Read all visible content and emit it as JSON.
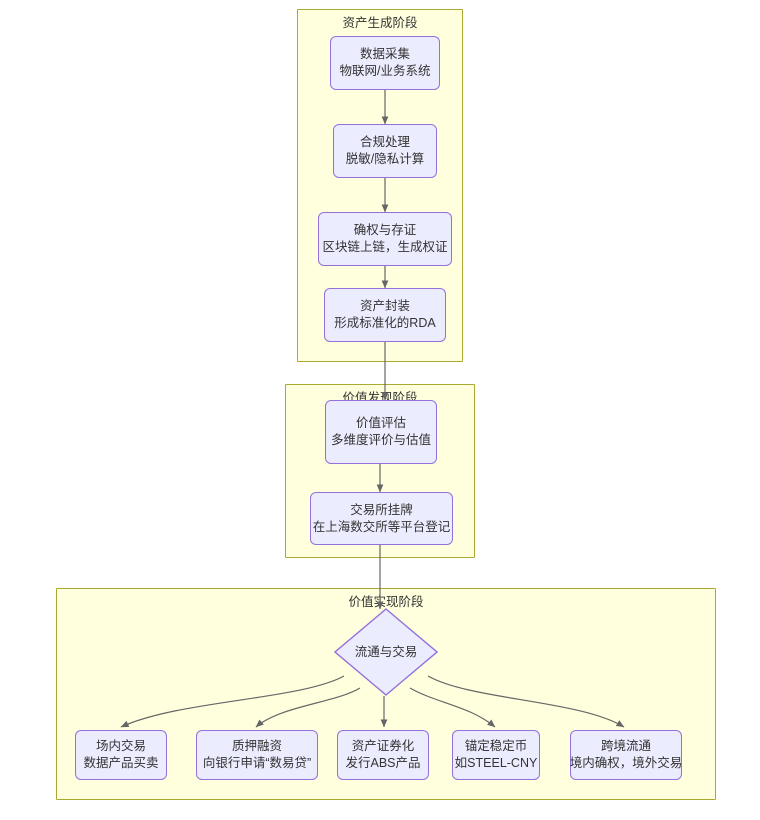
{
  "diagram": {
    "type": "flowchart",
    "direction": "top-to-bottom",
    "title_visible": false,
    "colors": {
      "phase_fill": "#ffffde",
      "phase_border": "#aaaa33",
      "node_fill": "#ececff",
      "node_border": "#9370db",
      "edge_stroke": "#666666",
      "text": "#333333"
    }
  },
  "phases": [
    {
      "id": "phase-asset-generation",
      "title": "资产生成阶段",
      "nodes": [
        {
          "id": "node-data-collection",
          "shape": "rounded-rect",
          "line1": "数据采集",
          "line2": "物联网/业务系统"
        },
        {
          "id": "node-compliance",
          "shape": "rounded-rect",
          "line1": "合规处理",
          "line2": "脱敏/隐私计算"
        },
        {
          "id": "node-rights-confirmation",
          "shape": "rounded-rect",
          "line1": "确权与存证",
          "line2": "区块链上链，生成权证"
        },
        {
          "id": "node-asset-packaging",
          "shape": "rounded-rect",
          "line1": "资产封装",
          "line2": "形成标准化的RDA"
        }
      ]
    },
    {
      "id": "phase-value-discovery",
      "title": "价值发现阶段",
      "nodes": [
        {
          "id": "node-value-assessment",
          "shape": "rounded-rect",
          "line1": "价值评估",
          "line2": "多维度评价与估值"
        },
        {
          "id": "node-exchange-listing",
          "shape": "rounded-rect",
          "line1": "交易所挂牌",
          "line2": "在上海数交所等平台登记"
        }
      ]
    },
    {
      "id": "phase-value-realization",
      "title": "价值实现阶段",
      "nodes": [
        {
          "id": "node-circulation-trading",
          "shape": "diamond",
          "line1": "流通与交易",
          "line2": ""
        },
        {
          "id": "node-onexchange-trading",
          "shape": "rounded-rect",
          "line1": "场内交易",
          "line2": "数据产品买卖"
        },
        {
          "id": "node-pledge-financing",
          "shape": "rounded-rect",
          "line1": "质押融资",
          "line2": "向银行申请“数易贷”"
        },
        {
          "id": "node-securitization",
          "shape": "rounded-rect",
          "line1": "资产证券化",
          "line2": "发行ABS产品"
        },
        {
          "id": "node-stablecoin",
          "shape": "rounded-rect",
          "line1": "锚定稳定币",
          "line2": "如STEEL-CNY"
        },
        {
          "id": "node-cross-border",
          "shape": "rounded-rect",
          "line1": "跨境流通",
          "line2": "境内确权，境外交易"
        }
      ]
    }
  ],
  "edges": [
    {
      "from": "node-data-collection",
      "to": "node-compliance",
      "label": ""
    },
    {
      "from": "node-compliance",
      "to": "node-rights-confirmation",
      "label": ""
    },
    {
      "from": "node-rights-confirmation",
      "to": "node-asset-packaging",
      "label": ""
    },
    {
      "from": "node-asset-packaging",
      "to": "node-value-assessment",
      "label": ""
    },
    {
      "from": "node-value-assessment",
      "to": "node-exchange-listing",
      "label": ""
    },
    {
      "from": "node-exchange-listing",
      "to": "node-circulation-trading",
      "label": ""
    },
    {
      "from": "node-circulation-trading",
      "to": "node-onexchange-trading",
      "label": ""
    },
    {
      "from": "node-circulation-trading",
      "to": "node-pledge-financing",
      "label": ""
    },
    {
      "from": "node-circulation-trading",
      "to": "node-securitization",
      "label": ""
    },
    {
      "from": "node-circulation-trading",
      "to": "node-stablecoin",
      "label": ""
    },
    {
      "from": "node-circulation-trading",
      "to": "node-cross-border",
      "label": ""
    }
  ]
}
